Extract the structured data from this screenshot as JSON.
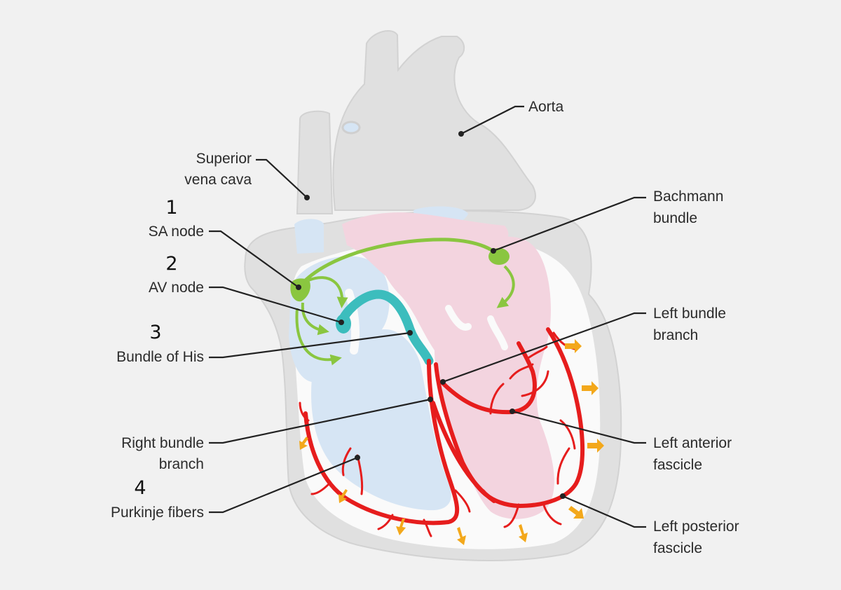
{
  "diagram": {
    "colors": {
      "background": "#f1f1f1",
      "heart_outline": "#d6d6d6",
      "heart_wall": "#e0e0e0",
      "right_chambers": "#d6e5f4",
      "left_chambers": "#f3d4df",
      "sa_node_path": "#8ac640",
      "his_bundle": "#3cbdbd",
      "bundle_branches": "#e61d1d",
      "impulse_arrows": "#f3a81b"
    },
    "labels": {
      "aorta": "Aorta",
      "superior_vena_cava": [
        "Superior",
        "vena cava"
      ],
      "bachmann_bundle": [
        "Bachmann",
        "bundle"
      ],
      "sa_node": "SA node",
      "av_node": "AV node",
      "bundle_of_his": "Bundle of His",
      "left_bundle_branch": [
        "Left bundle",
        "branch"
      ],
      "right_bundle_branch": [
        "Right bundle",
        "branch"
      ],
      "left_anterior_fascicle": [
        "Left anterior",
        "fascicle"
      ],
      "purkinje_fibers": "Purkinje fibers",
      "left_posterior_fascicle": [
        "Left posterior",
        "fascicle"
      ]
    },
    "step_numbers": {
      "sa_node": "1",
      "av_node": "2",
      "bundle_of_his": "3",
      "purkinje_fibers": "4"
    }
  }
}
